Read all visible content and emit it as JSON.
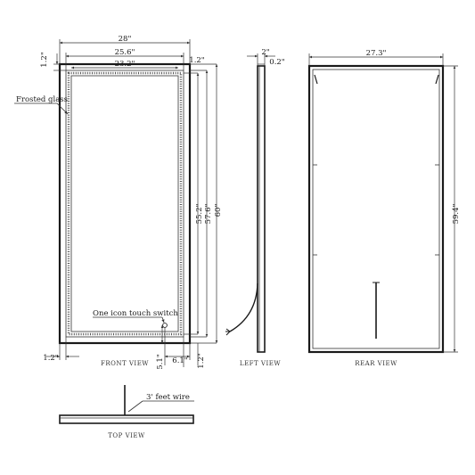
{
  "front_view": {
    "label": "FRONT VIEW",
    "dims": {
      "overall_width": "28\"",
      "inner_width": "25.6\"",
      "glass_width": "23.2\"",
      "top_margin": "1.2\"",
      "top_margin_right": "1.2\"",
      "inner_height": "55.2\"",
      "mid_height": "57.6\"",
      "overall_height": "60\"",
      "bottom_margin_left": "1.2\"",
      "switch_offset_y": "5.1\"",
      "switch_offset_x": "6.1\"",
      "bottom_margin_right": "1.2\""
    },
    "callouts": {
      "frosted_glass": "Frosted glass",
      "touch_switch": "One icon touch switch"
    }
  },
  "left_view": {
    "label": "LEFT VIEW",
    "dims": {
      "depth": "2\"",
      "depth_inner": "0.2\""
    }
  },
  "rear_view": {
    "label": "REAR VIEW",
    "dims": {
      "width": "27.3\"",
      "height": "59.4\""
    }
  },
  "top_view": {
    "label": "TOP VIEW",
    "callouts": {
      "wire": "3' feet wire"
    }
  }
}
